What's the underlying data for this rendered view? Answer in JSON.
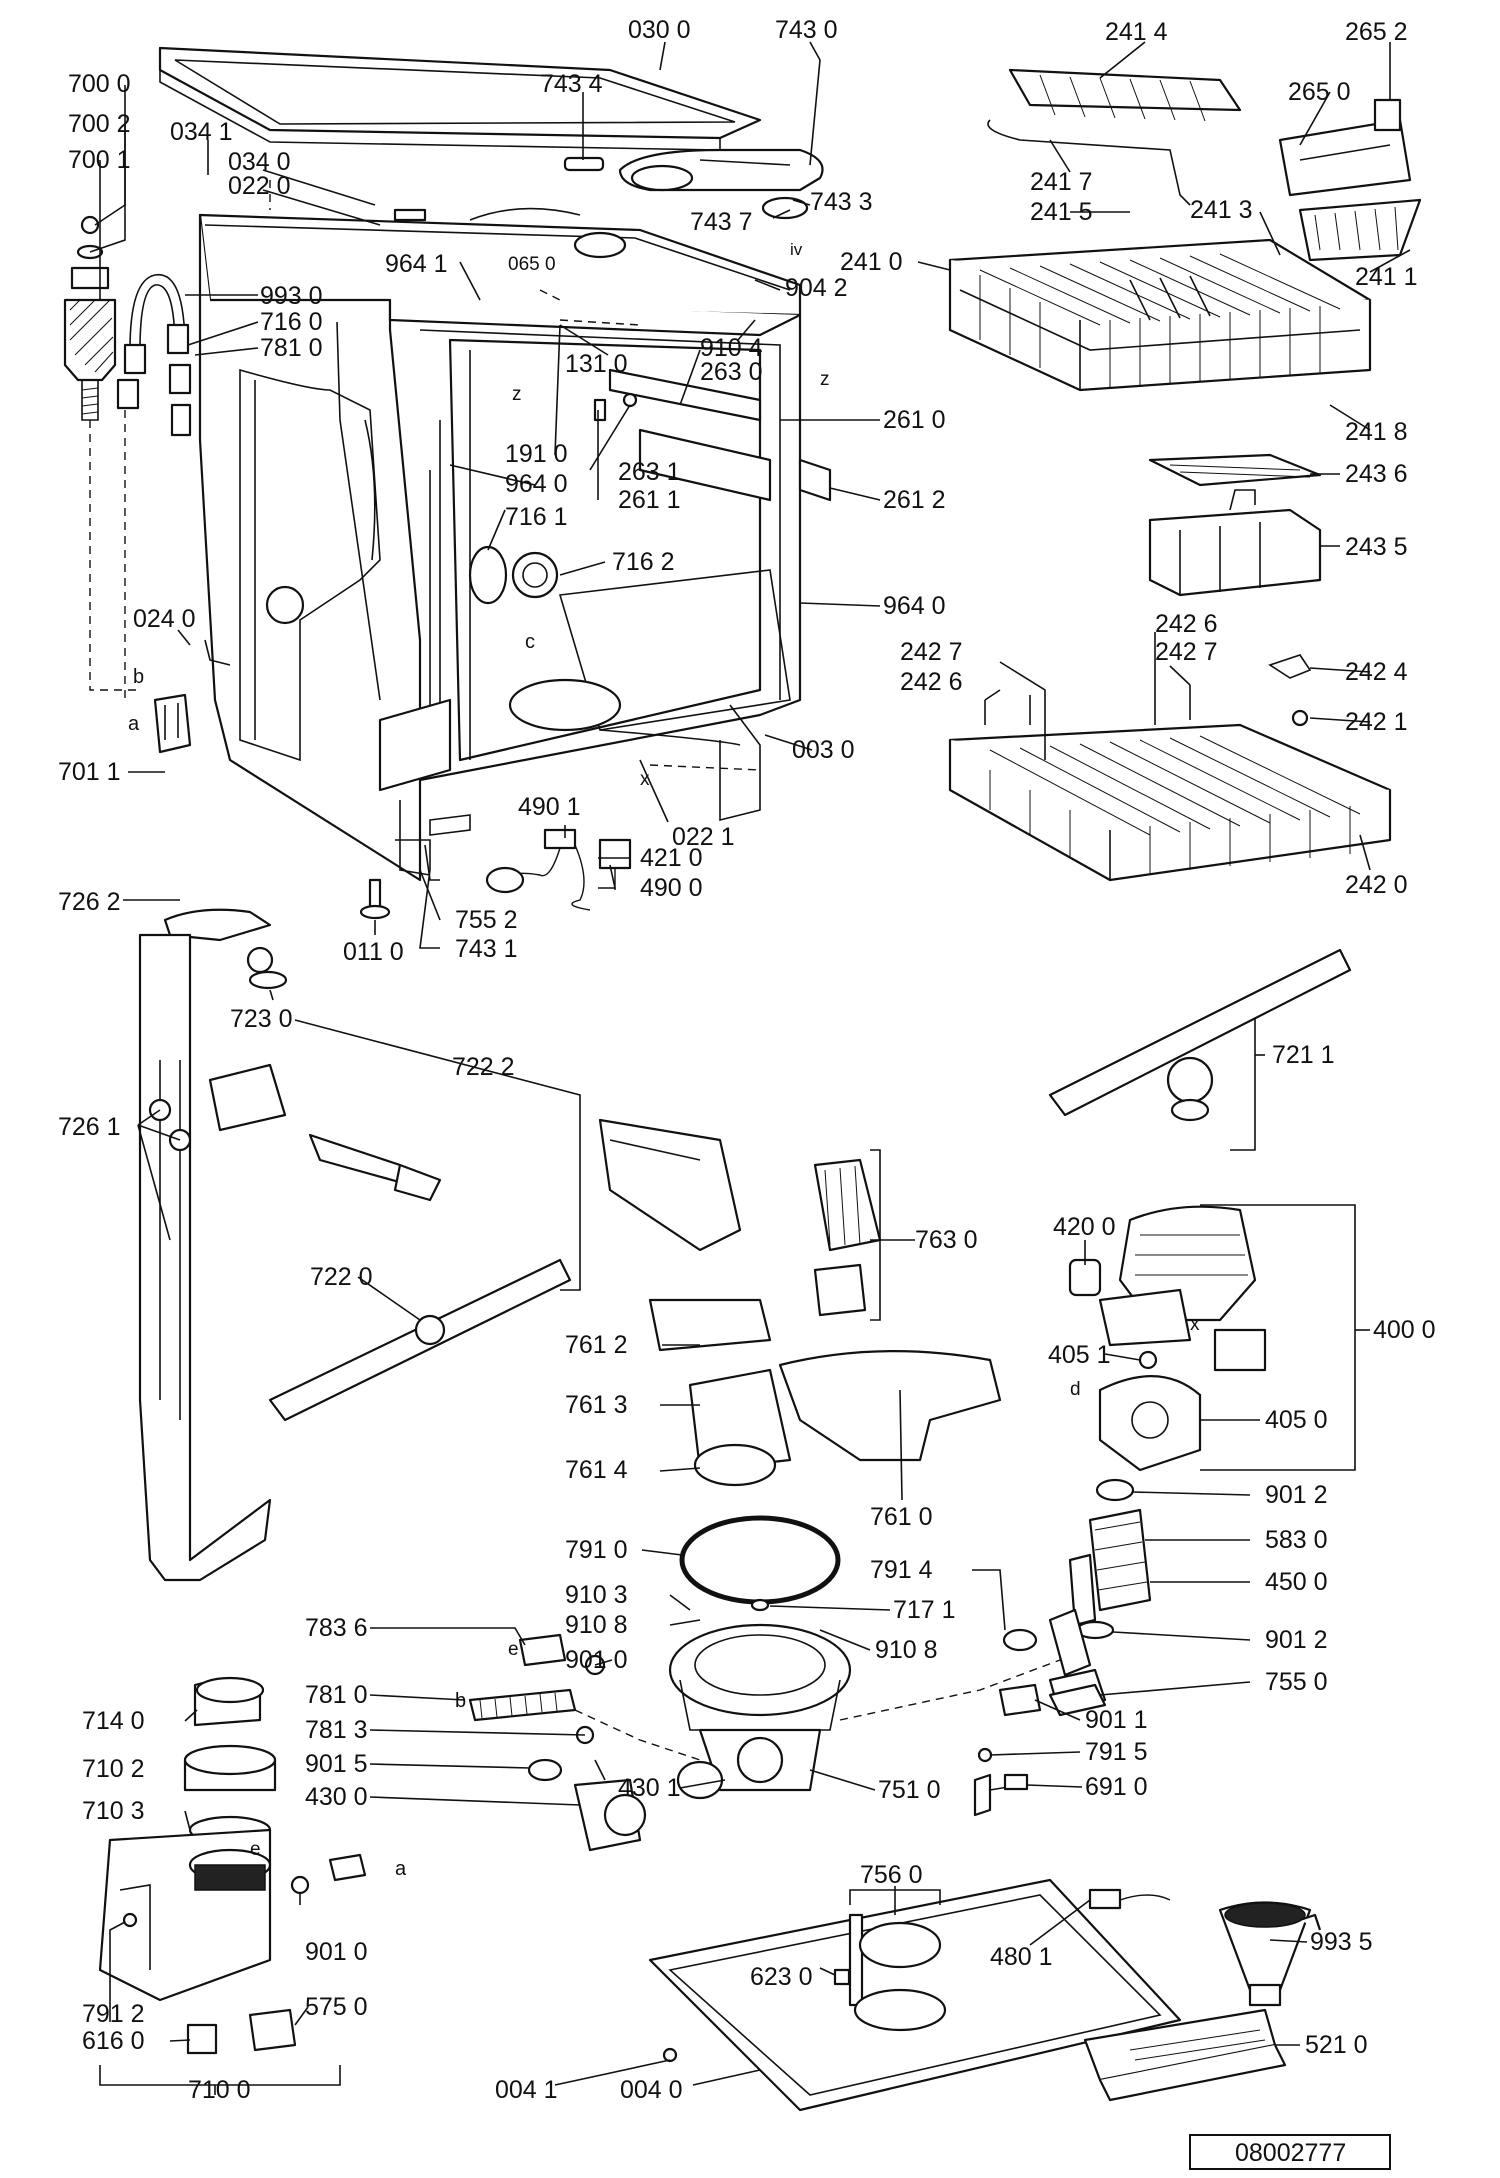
{
  "diagram": {
    "drawing_number": "08002777",
    "labels": {
      "p0300": "030 0",
      "p7430": "743 0",
      "p7434": "743 4",
      "p7433": "743 3",
      "p7437": "743 7",
      "p7000": "700 0",
      "p7002": "700 2",
      "p7001": "700 1",
      "p0341": "034 1",
      "p0340": "034 0",
      "p0220": "022 0",
      "p9641a": "964 1",
      "p0650": "065 0",
      "p9042": "904 2",
      "p9930": "993 0",
      "p7160": "716 0",
      "p7810": "781 0",
      "p9104": "910 4",
      "p1310": "131 0",
      "p2630": "263 0",
      "p2610": "261 0",
      "p1910": "191 0",
      "p2631": "263 1",
      "p9640a": "964 0",
      "p2611": "261 1",
      "p2612": "261 2",
      "p7161": "716 1",
      "p7162": "716 2",
      "p9640b": "964 0",
      "p0240": "024 0",
      "p7011": "701 1",
      "p0030": "003 0",
      "p4901": "490 1",
      "p0221": "022 1",
      "p4210": "421 0",
      "p4900": "490 0",
      "p7552": "755 2",
      "p0110": "011 0",
      "p7431": "743 1",
      "p2414": "241 4",
      "p2652": "265 2",
      "p2650": "265 0",
      "p2417": "241 7",
      "p2415": "241 5",
      "p2413": "241 3",
      "p2410": "241 0",
      "p2411": "241 1",
      "p2418": "241 8",
      "p2436": "243 6",
      "p2435": "243 5",
      "p2426a": "242 6",
      "p2427a": "242 7",
      "p2427b": "242 7",
      "p2426b": "242 6",
      "p2424": "242 4",
      "p2421": "242 1",
      "p2420": "242 0",
      "p7262": "726 2",
      "p7230": "723 0",
      "p7222": "722 2",
      "p7261": "726 1",
      "p7220": "722 0",
      "p7211": "721 1",
      "p7630": "763 0",
      "p7612": "761 2",
      "p7613": "761 3",
      "p7614": "761 4",
      "p7610": "761 0",
      "p4200": "420 0",
      "p4000": "400 0",
      "p4051": "405 1",
      "p4050": "405 0",
      "p9012a": "901 2",
      "p5830": "583 0",
      "p4500": "450 0",
      "p9012b": "901 2",
      "p7910": "791 0",
      "p7914": "791 4",
      "p9103": "910 3",
      "p7171": "717 1",
      "p9108a": "910 8",
      "p9108b": "910 8",
      "p7836": "783 6",
      "p9010": "901 0",
      "p7550": "755 0",
      "p7810b": "781 0",
      "p9011": "901 1",
      "p7813": "781 3",
      "p7915": "791 5",
      "p9015": "901 5",
      "p4301": "430 1",
      "p7510": "751 0",
      "p4300": "430 0",
      "p6910": "691 0",
      "p7140": "714 0",
      "p7102": "710 2",
      "p7103": "710 3",
      "p9010b": "901 0",
      "p7912": "791 2",
      "p6160": "616 0",
      "p5750": "575 0",
      "p7100": "710 0",
      "p7560": "756 0",
      "p4801": "480 1",
      "p6230": "623 0",
      "p9935": "993 5",
      "p5210": "521 0",
      "p0041": "004 1",
      "p0040": "004 0"
    },
    "letters": {
      "b1": "b",
      "a1": "a",
      "z1": "z",
      "z2": "z",
      "c1": "c",
      "iv1": "iv",
      "x1": "x",
      "x2": "x",
      "d1": "d",
      "e1": "e",
      "e2": "e",
      "b2": "b",
      "a2": "a"
    }
  }
}
